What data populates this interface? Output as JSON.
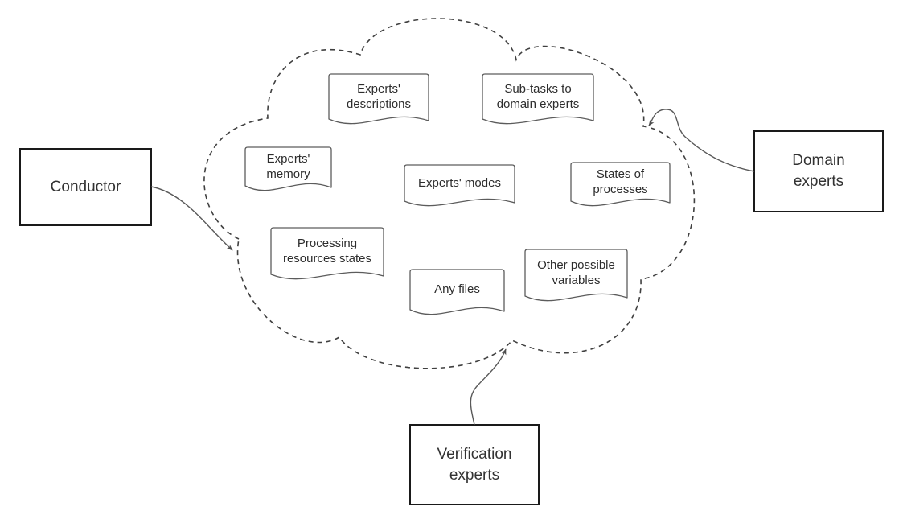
{
  "diagram": {
    "type": "cloud-context-diagram",
    "background_color": "#ffffff",
    "colors": {
      "actor_box_border": "#1a1a1a",
      "document_border": "#5c5c5c",
      "cloud_dashed_border": "#404040",
      "arrow": "#595959",
      "text": "#2e2e2e",
      "shape_fill": "#ffffff"
    },
    "actors": {
      "conductor": {
        "label": "Conductor"
      },
      "domain_experts": {
        "label": "Domain\nexperts"
      },
      "verification_experts": {
        "label": "Verification\nexperts"
      }
    },
    "cloud": {
      "shape": "dashed-cloud",
      "items": [
        {
          "id": "experts-descriptions",
          "shape": "document",
          "label": "Experts'\ndescriptions"
        },
        {
          "id": "subtasks-to-domain-experts",
          "shape": "document",
          "label": "Sub-tasks to\ndomain experts"
        },
        {
          "id": "experts-memory",
          "shape": "document",
          "label": "Experts'\nmemory"
        },
        {
          "id": "experts-modes",
          "shape": "document",
          "label": "Experts' modes"
        },
        {
          "id": "states-of-processes",
          "shape": "document",
          "label": "States of\nprocesses"
        },
        {
          "id": "processing-resources-states",
          "shape": "document",
          "label": "Processing\nresources states"
        },
        {
          "id": "any-files",
          "shape": "document",
          "label": "Any files"
        },
        {
          "id": "other-possible-variables",
          "shape": "document",
          "label": "Other possible\nvariables"
        }
      ]
    },
    "connections": [
      {
        "from": "Conductor",
        "to": "cloud",
        "style": "curved-arrow"
      },
      {
        "from": "Domain experts",
        "to": "cloud",
        "style": "curved-arrow"
      },
      {
        "from": "Verification experts",
        "to": "cloud",
        "style": "curved-arrow"
      }
    ]
  }
}
